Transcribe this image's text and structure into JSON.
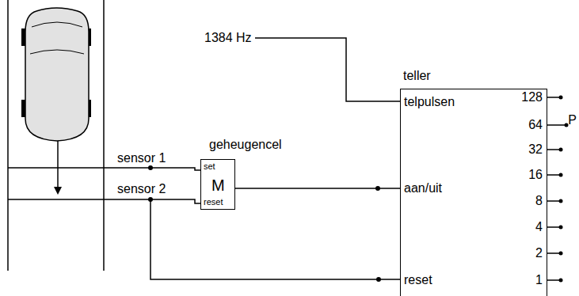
{
  "diagram": {
    "nodes": [
      {
        "text": [
          "geheugencel",
          "set",
          "M",
          "reset"
        ]
      },
      {
        "text": [
          "teller",
          "telpulsen",
          "aan/uit",
          "reset",
          "128",
          "64",
          "32",
          "16",
          "8",
          "4",
          "2",
          "1"
        ]
      }
    ],
    "edges": [
      {
        "from": 0,
        "to": 1,
        "arrow": "none"
      }
    ],
    "labels": [
      "sensor 1",
      "sensor 2",
      "1384 Hz",
      "P"
    ]
  }
}
